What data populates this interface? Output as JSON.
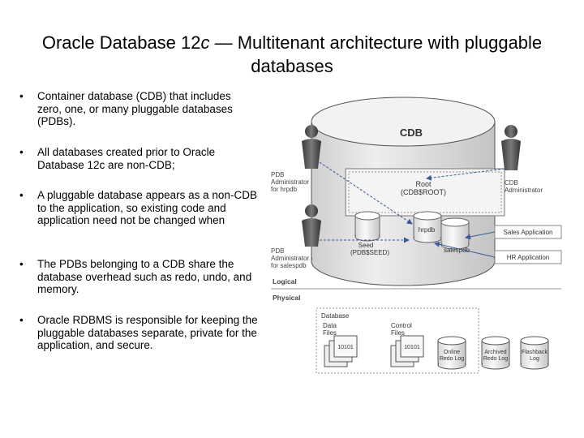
{
  "slide": {
    "title_prefix": "Oracle Database 12",
    "title_italic": "c",
    "title_suffix": " — Multitenant architecture with pluggable databases"
  },
  "bullets": [
    "Container database (CDB) that includes zero, one, or many pluggable databases (PDBs).",
    "All databases created prior to Oracle Database 12c are non-CDB;",
    "A pluggable database appears as a non-CDB to the application, so existing code and application need not be changed when",
    "The PDBs belonging to a CDB share the database overhead such as redo, undo, and memory.",
    "Oracle RDBMS is responsible for keeping the pluggable databases separate, private for the application, and secure."
  ],
  "diagram": {
    "cdb_label": "CDB",
    "root_label_1": "Root",
    "root_label_2": "(CDB$ROOT)",
    "seed_label_1": "Seed",
    "seed_label_2": "(PDB$SEED)",
    "hrpdb_label": "hrpdb",
    "salespdb_label": "salespdb",
    "pdb_admin_hr": [
      "PDB",
      "Administrator",
      "for hrpdb"
    ],
    "pdb_admin_sales": [
      "PDB",
      "Administrator",
      "for salespdb"
    ],
    "cdb_admin": [
      "CDB",
      "Administrator"
    ],
    "sales_app": "Sales Application",
    "hr_app": "HR Application",
    "logical": "Logical",
    "physical": "Physical",
    "database": "Database",
    "data_files": [
      "Data",
      "Files"
    ],
    "control_files": [
      "Control",
      "Files"
    ],
    "binary": "10101",
    "online_redo": [
      "Online",
      "Redo Log"
    ],
    "archived_redo": [
      "Archived",
      "Redo Log"
    ],
    "flashback": [
      "Flashback",
      "Log"
    ]
  }
}
